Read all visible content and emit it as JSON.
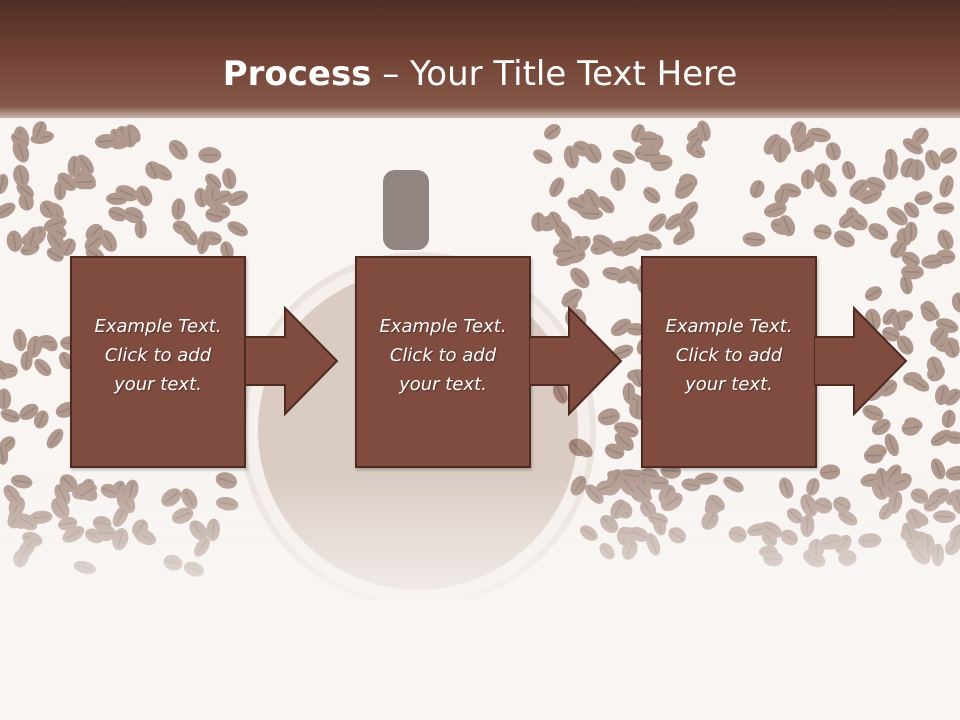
{
  "title": {
    "bold": "Process",
    "rest": " – Your Title Text Here"
  },
  "steps": [
    {
      "line1": "Example Text.",
      "line2": "Click  to add",
      "line3": "your text."
    },
    {
      "line1": "Example Text.",
      "line2": "Click  to add",
      "line3": "your text."
    },
    {
      "line1": "Example Text.",
      "line2": "Click  to add",
      "line3": "your text."
    }
  ],
  "colors": {
    "title_bar": "#6e3f31",
    "box_fill": "#7f4c3f",
    "box_border": "#4f2a21",
    "beans": "#6b3a26"
  }
}
